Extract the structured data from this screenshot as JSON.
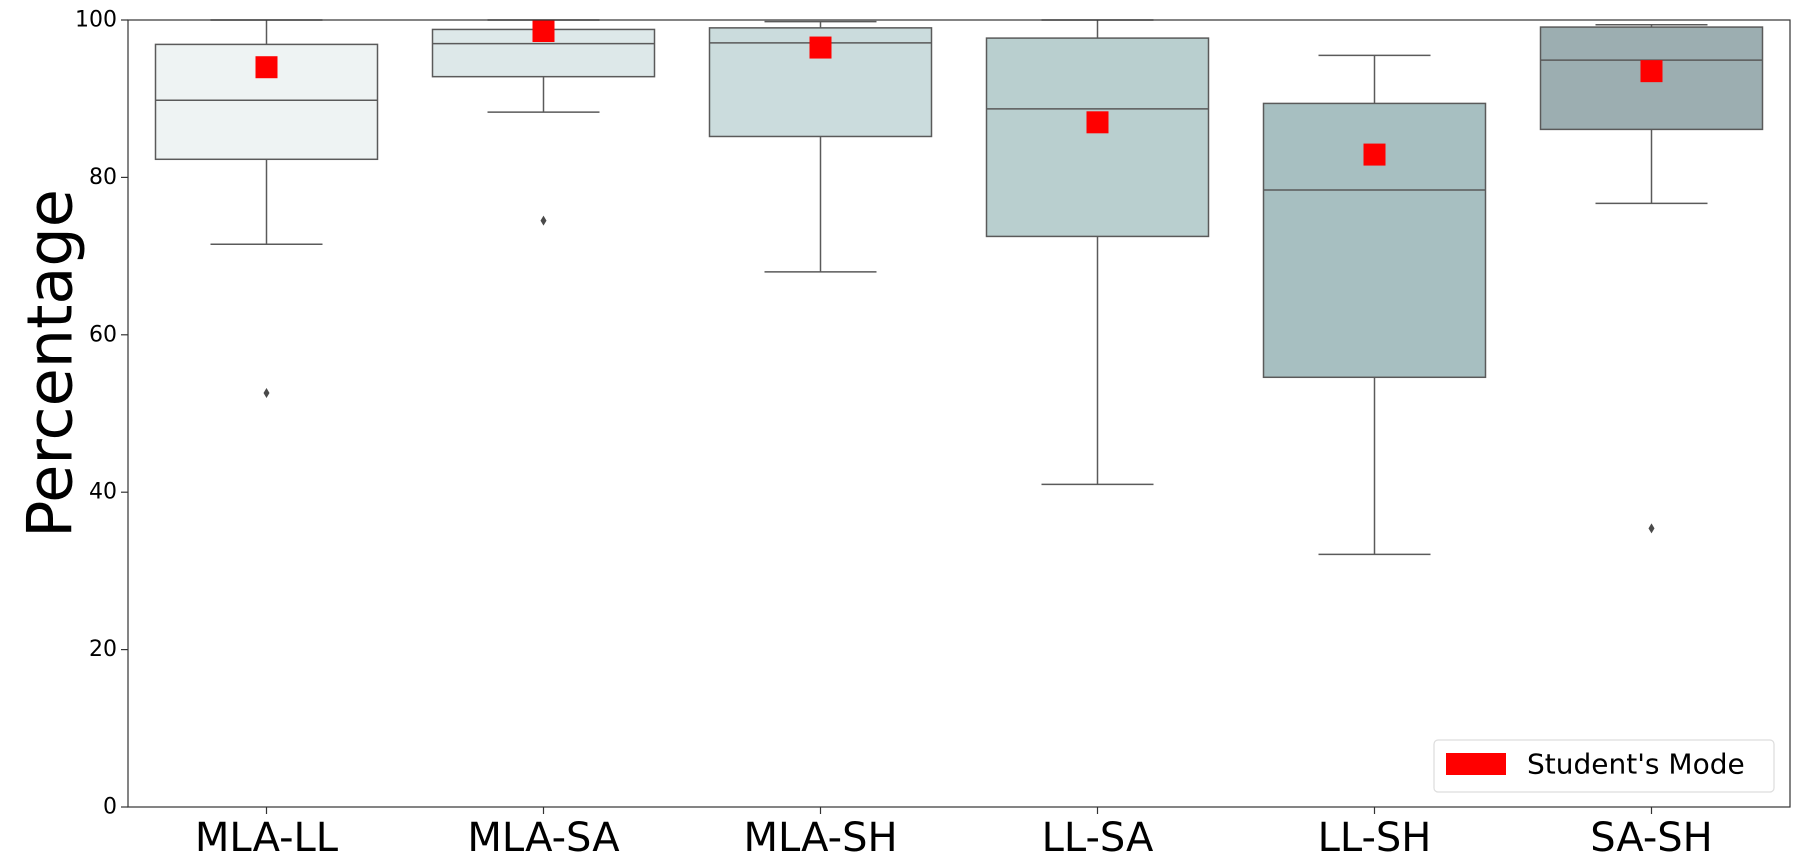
{
  "chart_data": {
    "type": "box",
    "ylabel": "Percentage",
    "xlabel": "",
    "ylim": [
      0,
      100
    ],
    "yticks": [
      0,
      20,
      40,
      60,
      80,
      100
    ],
    "grid": false,
    "legend": {
      "position": "bottom-right",
      "entries": [
        "Student's Mode"
      ]
    },
    "categories": [
      "MLA-LL",
      "MLA-SA",
      "MLA-SH",
      "LL-SA",
      "LL-SH",
      "SA-SH"
    ],
    "boxes": [
      {
        "category": "MLA-LL",
        "whisker_low": 71.5,
        "q1": 82.3,
        "median": 89.8,
        "q3": 96.9,
        "whisker_high": 100,
        "outliers": [
          52.6
        ],
        "mode": 94.0,
        "color": "#eef3f3"
      },
      {
        "category": "MLA-SA",
        "whisker_low": 88.3,
        "q1": 92.8,
        "median": 97.0,
        "q3": 98.8,
        "whisker_high": 100,
        "outliers": [
          74.5
        ],
        "mode": 98.6,
        "color": "#dde8e9"
      },
      {
        "category": "MLA-SH",
        "whisker_low": 68.0,
        "q1": 85.2,
        "median": 97.1,
        "q3": 99.0,
        "whisker_high": 99.8,
        "outliers": [],
        "mode": 96.5,
        "color": "#cbdcdd"
      },
      {
        "category": "LL-SA",
        "whisker_low": 41.0,
        "q1": 72.5,
        "median": 88.7,
        "q3": 97.7,
        "whisker_high": 100,
        "outliers": [],
        "mode": 87.0,
        "color": "#b9cfcf"
      },
      {
        "category": "LL-SH",
        "whisker_low": 32.1,
        "q1": 54.6,
        "median": 78.4,
        "q3": 89.4,
        "whisker_high": 95.5,
        "outliers": [],
        "mode": 82.9,
        "color": "#a7bfc1"
      },
      {
        "category": "SA-SH",
        "whisker_low": 76.7,
        "q1": 86.1,
        "median": 94.9,
        "q3": 99.1,
        "whisker_high": 99.4,
        "outliers": [
          35.4
        ],
        "mode": 93.5,
        "color": "#9caeb1"
      }
    ],
    "colors": {
      "mode_marker": "#ff0000",
      "box_edge": "#5a5a5a",
      "axis": "#333333"
    }
  }
}
